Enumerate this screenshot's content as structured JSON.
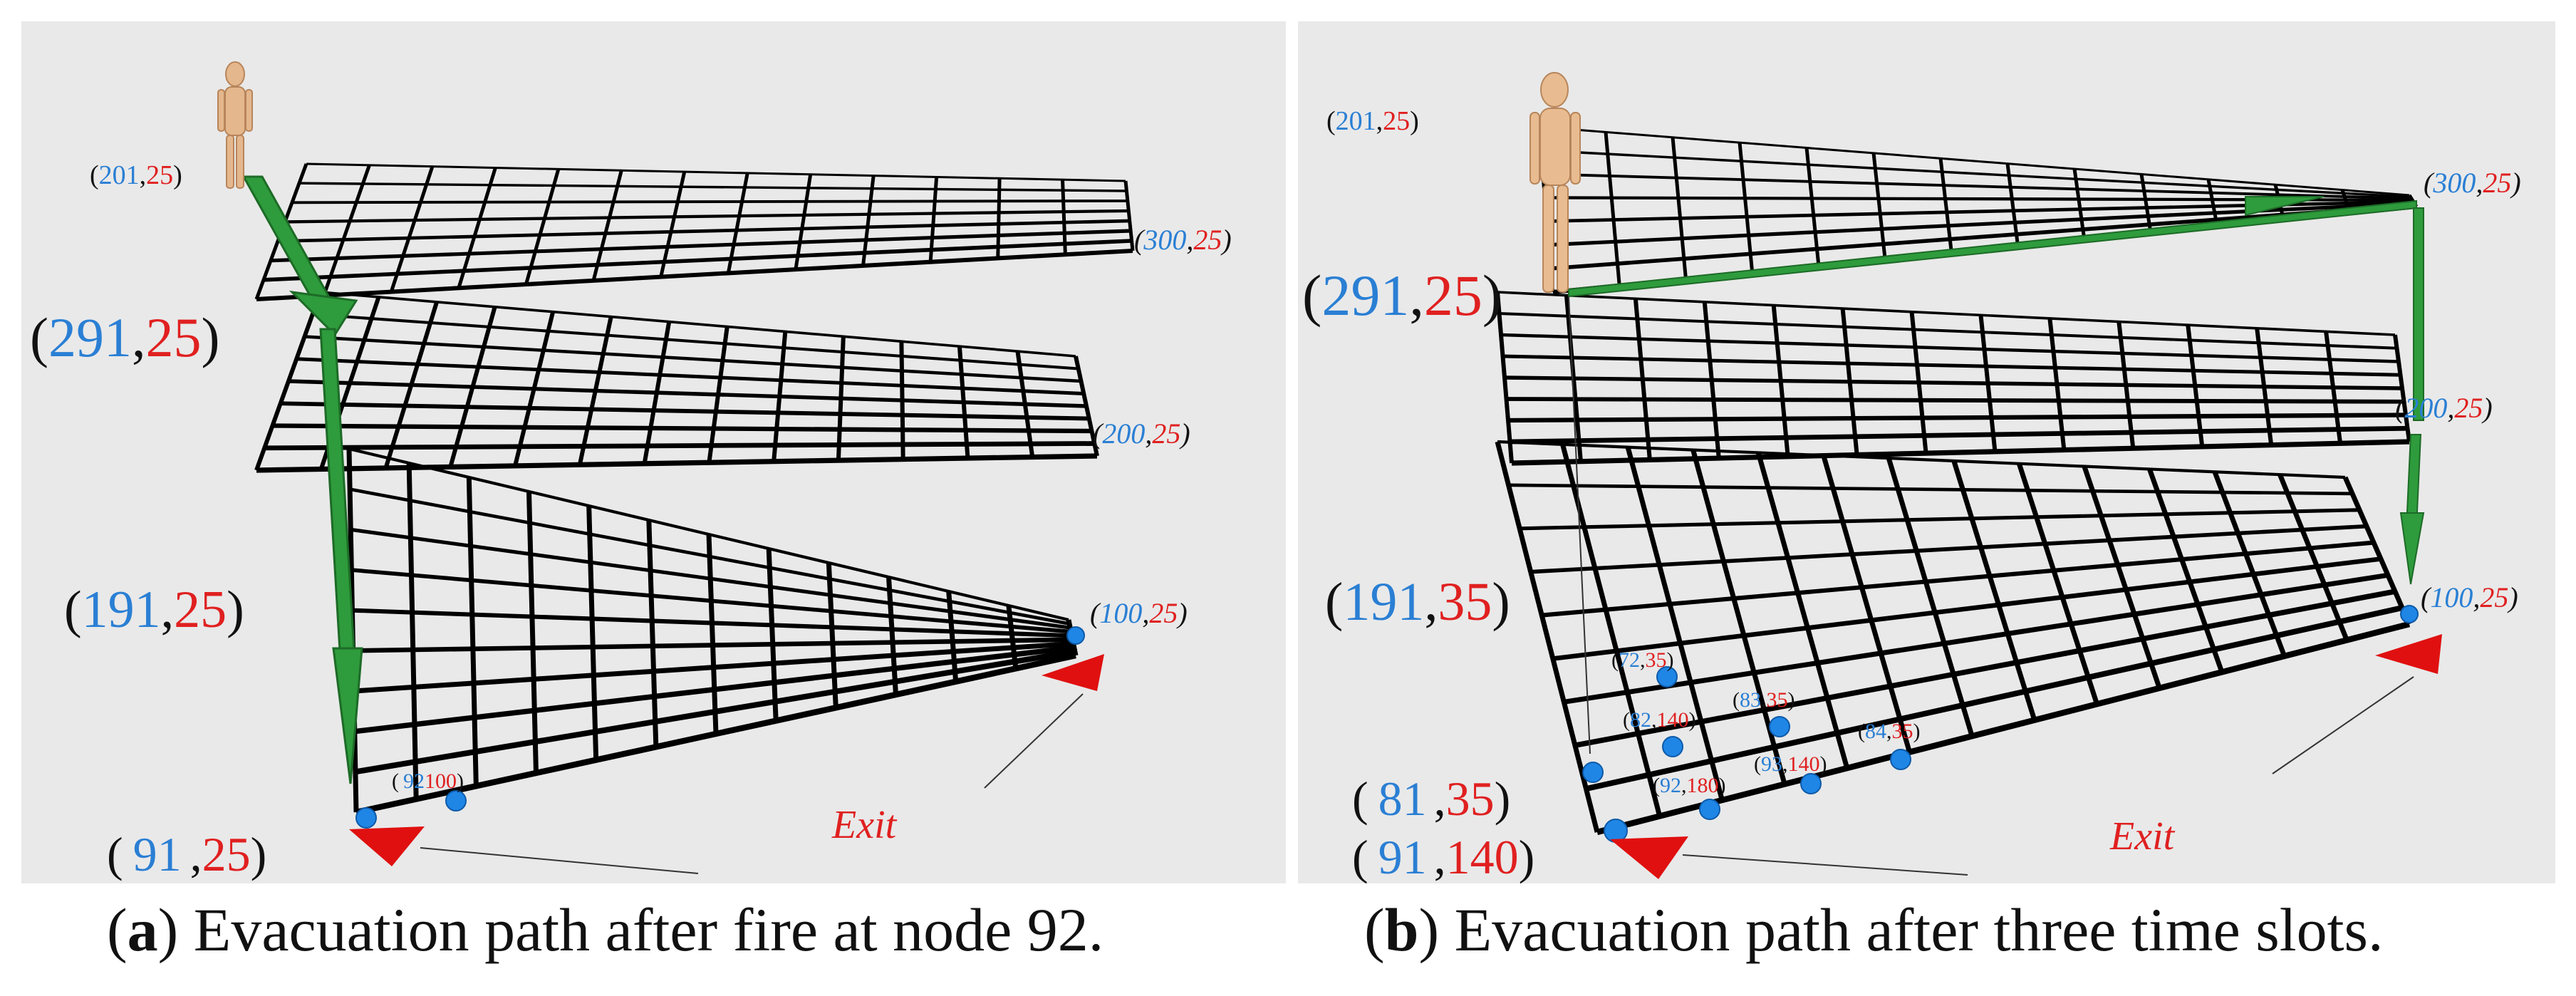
{
  "panels": [
    {
      "id": "a",
      "caption_letter": "a",
      "caption_text": " Evacuation path after fire at node 92.",
      "floor_labels": [
        {
          "a": "201",
          "b": "25",
          "size": "small"
        },
        {
          "a": "300",
          "b": "25",
          "size": "small"
        },
        {
          "a": "291",
          "b": "25",
          "size": "large"
        },
        {
          "a": "200",
          "b": "25",
          "size": "small"
        },
        {
          "a": "191",
          "b": "25",
          "size": "large"
        },
        {
          "a": "100",
          "b": "25",
          "size": "small"
        },
        {
          "a": "91",
          "b": "25",
          "size": "large"
        },
        {
          "a": "92",
          "b": "100",
          "size": "tiny"
        }
      ],
      "exit_label": "Exit"
    },
    {
      "id": "b",
      "caption_letter": "b",
      "caption_text": " Evacuation path after three time slots.",
      "floor_labels": [
        {
          "a": "201",
          "b": "25",
          "size": "small"
        },
        {
          "a": "300",
          "b": "25",
          "size": "small"
        },
        {
          "a": "291",
          "b": "25",
          "size": "large"
        },
        {
          "a": "200",
          "b": "25",
          "size": "small"
        },
        {
          "a": "191",
          "b": "35",
          "size": "large"
        },
        {
          "a": "100",
          "b": "25",
          "size": "small"
        },
        {
          "a": "81",
          "b": "35",
          "size": "large"
        },
        {
          "a": "91",
          "b": "140",
          "size": "large"
        },
        {
          "a": "72",
          "b": "35",
          "size": "tiny"
        },
        {
          "a": "82",
          "b": "140",
          "size": "tiny"
        },
        {
          "a": "83",
          "b": "35",
          "size": "tiny"
        },
        {
          "a": "92",
          "b": "180",
          "size": "tiny"
        },
        {
          "a": "93",
          "b": "140",
          "size": "tiny"
        },
        {
          "a": "84",
          "b": "35",
          "size": "tiny"
        }
      ],
      "exit_label": "Exit"
    }
  ],
  "colors": {
    "node_id": "#2a7fd4",
    "node_value": "#e02020",
    "path": "#2e9b3c",
    "exit_marker": "#e01010",
    "node_dot": "#1f86e6",
    "panel_bg": "#e9e9e9"
  }
}
